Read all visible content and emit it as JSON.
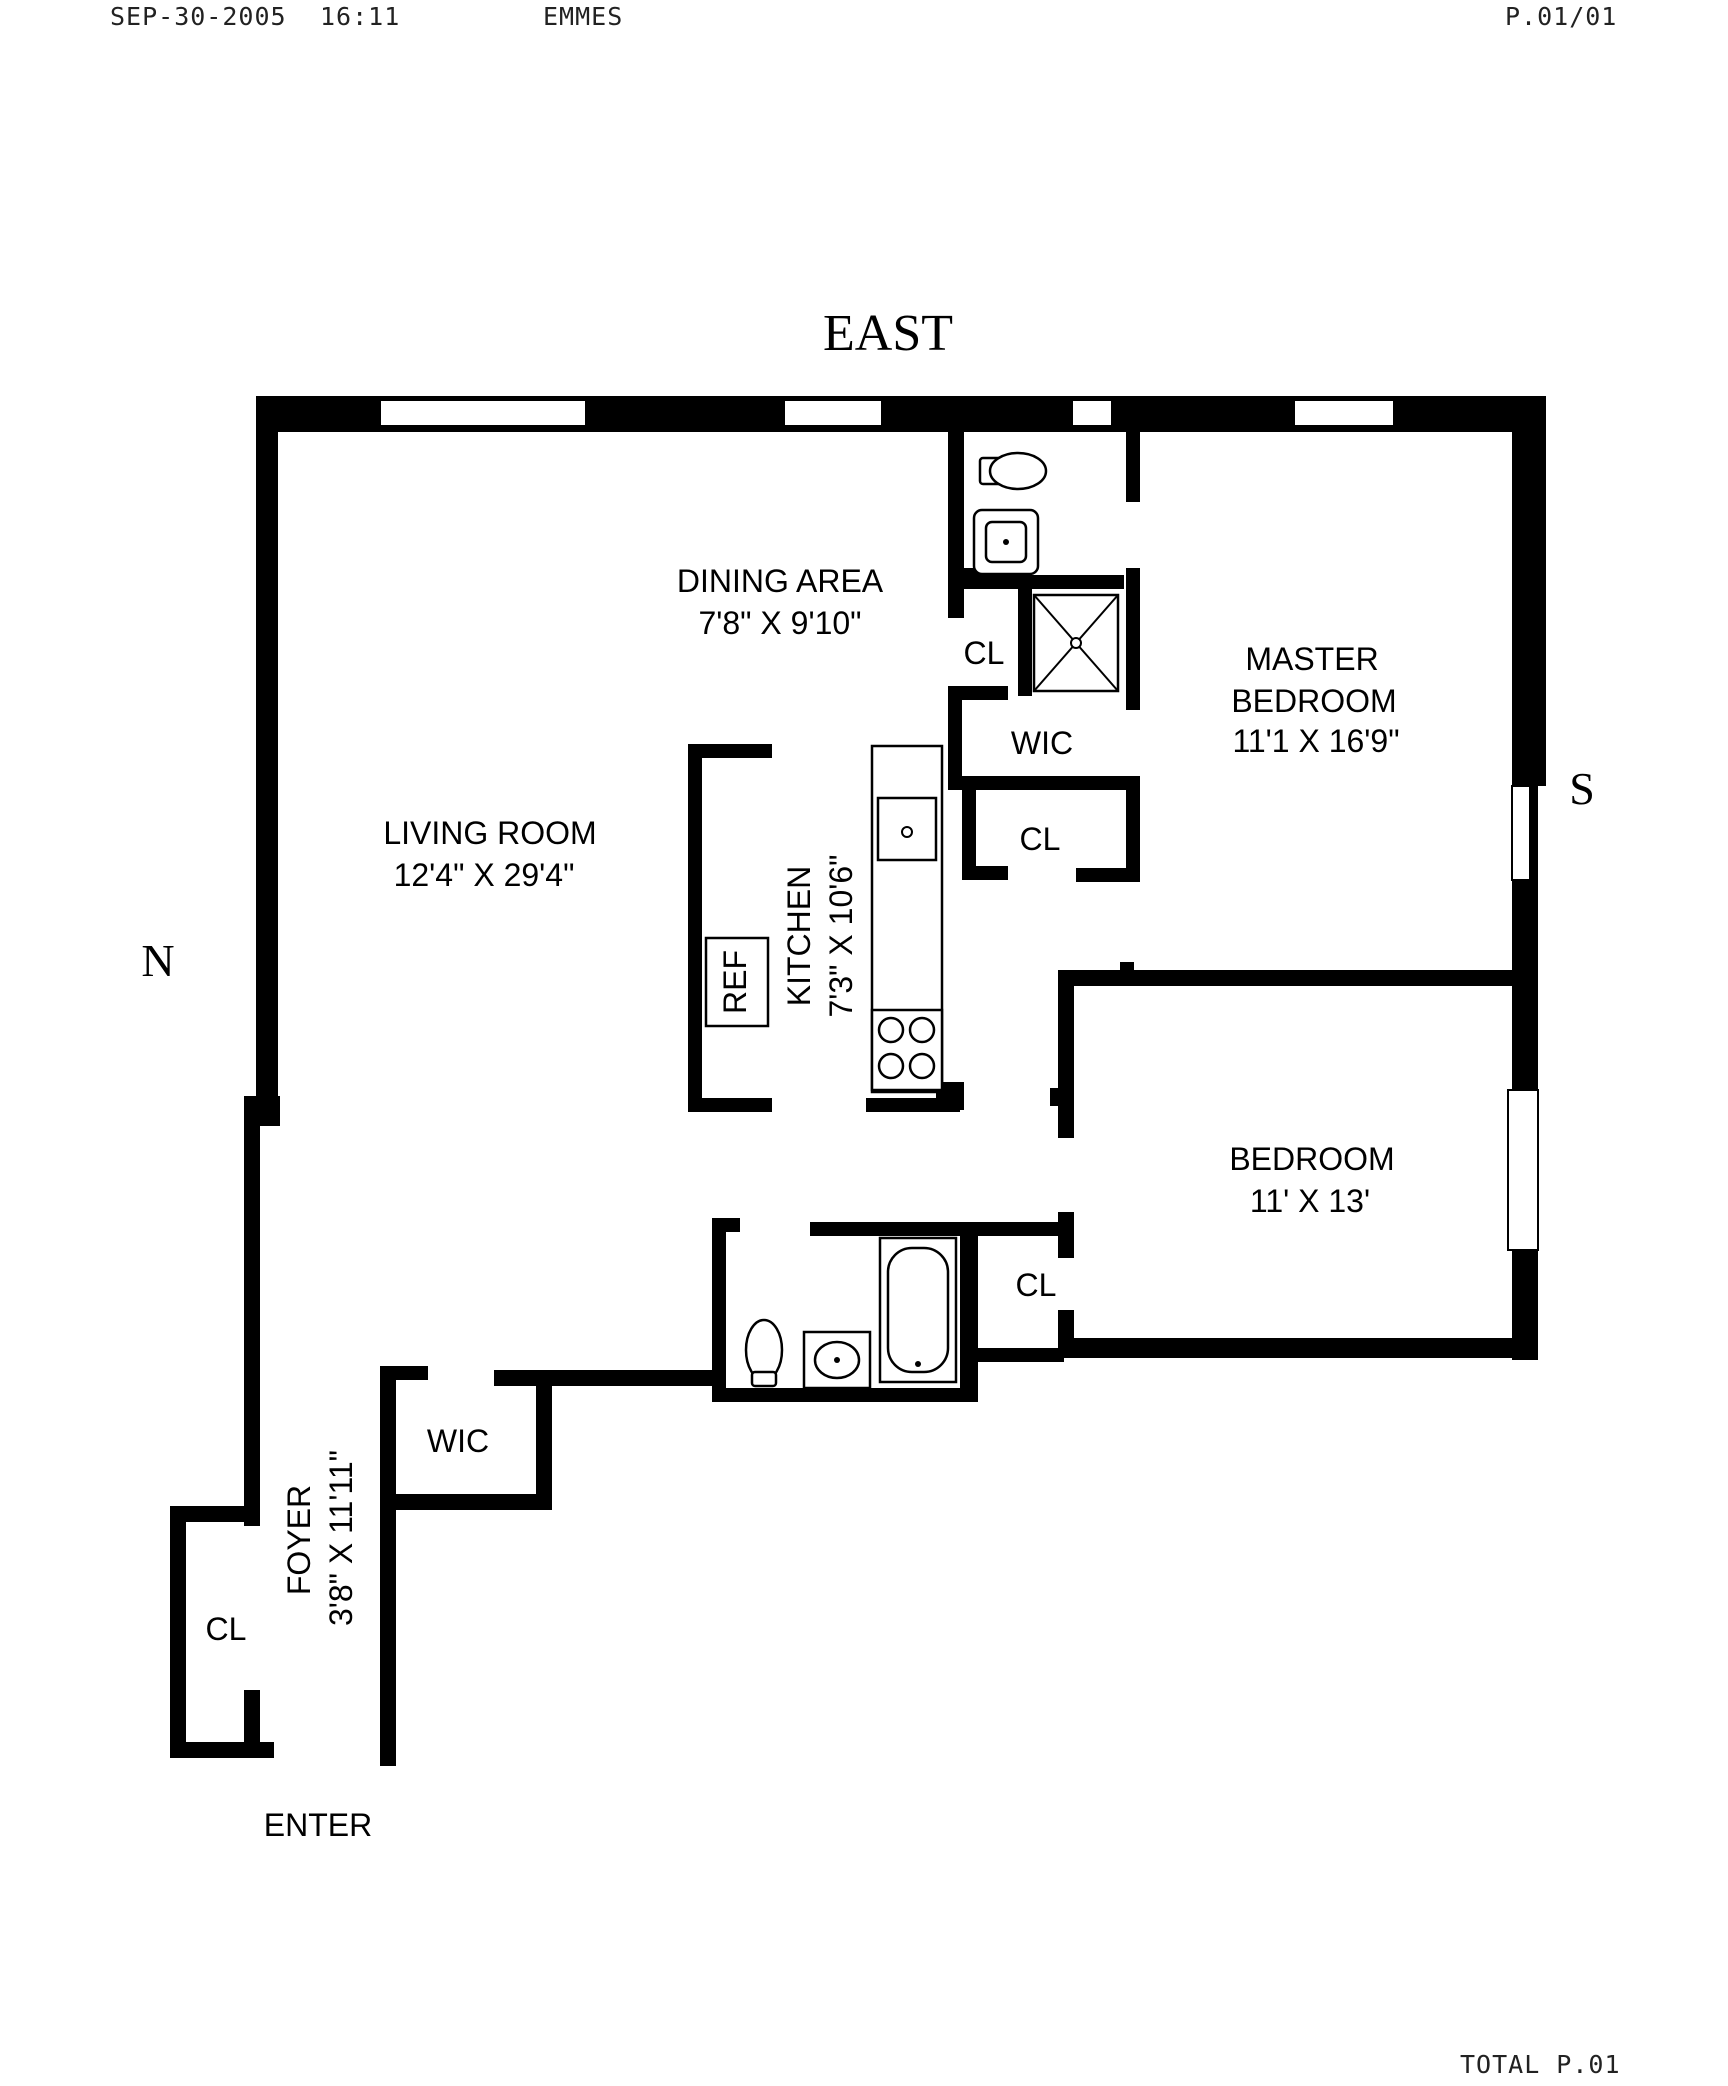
{
  "fax_header": {
    "date": "SEP-30-2005",
    "time": "16:11",
    "sender": "EMMES",
    "page": "P.01/01"
  },
  "fax_footer": {
    "total": "TOTAL P.01"
  },
  "compass": {
    "east": "EAST",
    "north": "N",
    "south": "S"
  },
  "rooms": {
    "dining": {
      "name": "DINING AREA",
      "size": "7'8\" X 9'10\""
    },
    "master": {
      "name1": "MASTER",
      "name2": "BEDROOM",
      "size": "11'1 X 16'9\""
    },
    "living": {
      "name": "LIVING ROOM",
      "size": "12'4\" X 29'4\""
    },
    "kitchen": {
      "name": "KITCHEN",
      "size": "7'3\" X 10'6\""
    },
    "bedroom": {
      "name": "BEDROOM",
      "size": "11' X 13'"
    },
    "foyer": {
      "name": "FOYER",
      "size": "3'8\" X 11'11\""
    }
  },
  "labels": {
    "cl_dining": "CL",
    "wic_master": "WIC",
    "cl_master": "CL",
    "ref": "REF",
    "cl_bedroom": "CL",
    "wic_foyer": "WIC",
    "cl_foyer": "CL",
    "enter": "ENTER"
  }
}
